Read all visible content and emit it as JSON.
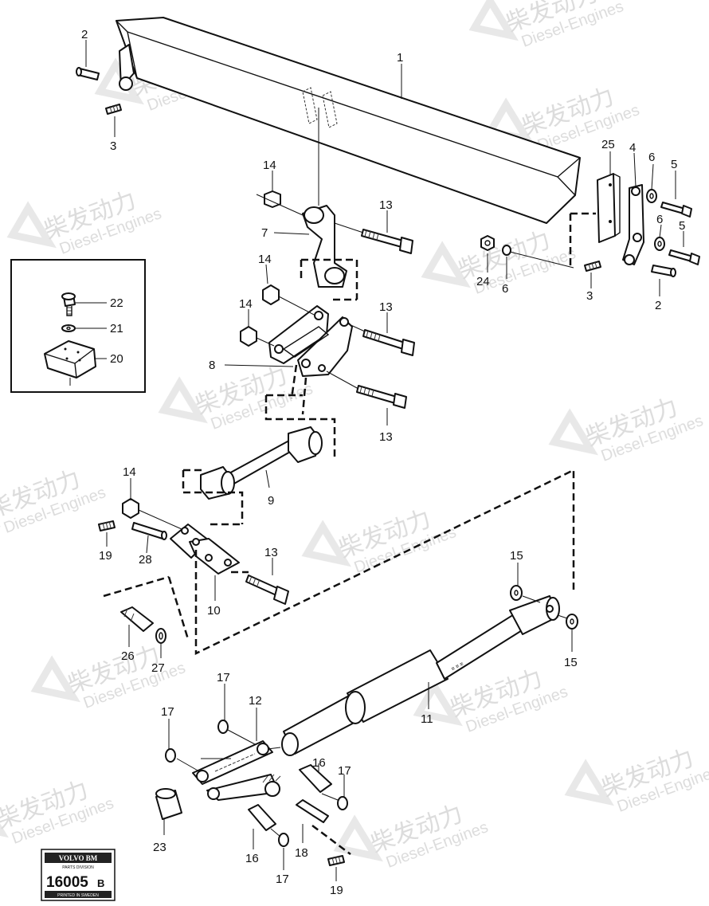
{
  "watermark": {
    "brand_cn": "柴发动力",
    "brand_en": "Diesel-Engines"
  },
  "callouts": {
    "c1": "1",
    "c2a": "2",
    "c2b": "2",
    "c3a": "3",
    "c3b": "3",
    "c4": "4",
    "c5a": "5",
    "c5b": "5",
    "c6a": "6",
    "c6b": "6",
    "c6c": "6",
    "c7": "7",
    "c8": "8",
    "c9": "9",
    "c10": "10",
    "c11": "11",
    "c12": "12",
    "c13a": "13",
    "c13b": "13",
    "c13c": "13",
    "c13d": "13",
    "c14a": "14",
    "c14b": "14",
    "c14c": "14",
    "c14d": "14",
    "c15a": "15",
    "c15b": "15",
    "c16a": "16",
    "c16b": "16",
    "c17a": "17",
    "c17b": "17",
    "c17c": "17",
    "c17d": "17",
    "c18": "18",
    "c19a": "19",
    "c19b": "19",
    "c20": "20",
    "c21": "21",
    "c22": "22",
    "c23": "23",
    "c24": "24",
    "c25": "25",
    "c26": "26",
    "c27": "27",
    "c28": "28"
  },
  "stamp": {
    "brand": "VOLVO BM",
    "division": "PARTS DIVISION",
    "number": "16005",
    "suffix": "B",
    "printed": "PRINTED IN SWEDEN"
  }
}
